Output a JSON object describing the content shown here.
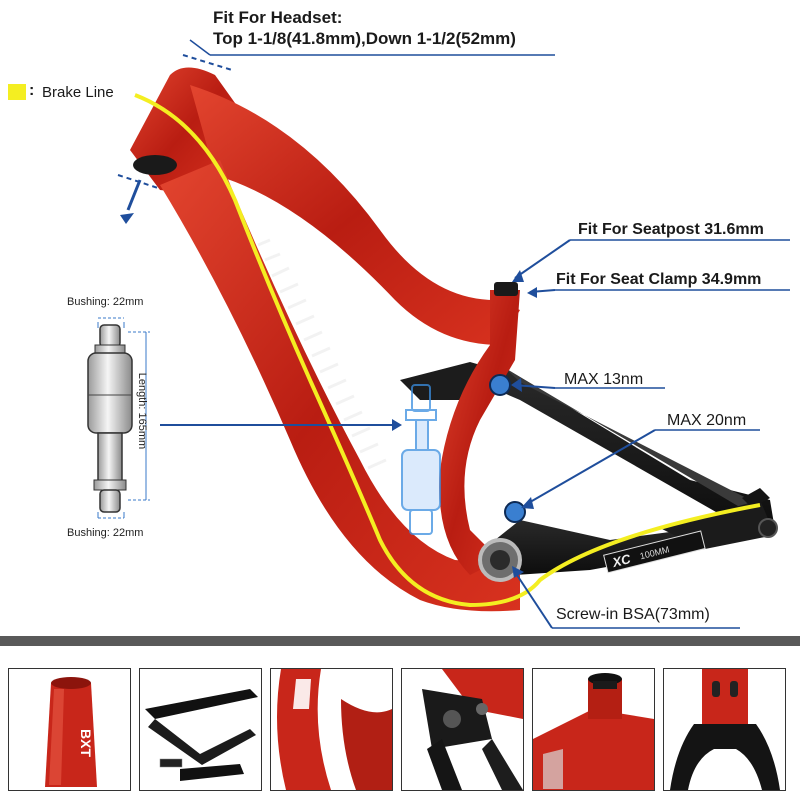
{
  "annotations": {
    "headset_title": "Fit For Headset:",
    "headset_spec": "Top 1-1/8(41.8mm),Down 1-1/2(52mm)",
    "brake_line": "Brake Line",
    "brake_line_colon": ":",
    "seatpost": "Fit For Seatpost 31.6mm",
    "seat_clamp": "Fit For Seat Clamp 34.9mm",
    "max13": "MAX 13nm",
    "max20": "MAX 20nm",
    "bsa": "Screw-in BSA(73mm)",
    "bushing_top": "Bushing: 22mm",
    "bushing_bottom": "Bushing: 22mm",
    "length": "Length: 165mm",
    "decal_xc": "XC",
    "decal_100": "100MM"
  },
  "thumbnails": {
    "logo_text": "BXT"
  },
  "colors": {
    "frame_red": "#c8261a",
    "brake_yellow": "#f4ee21",
    "leader_blue": "#1f4e9c",
    "divider_gray": "#595959"
  }
}
